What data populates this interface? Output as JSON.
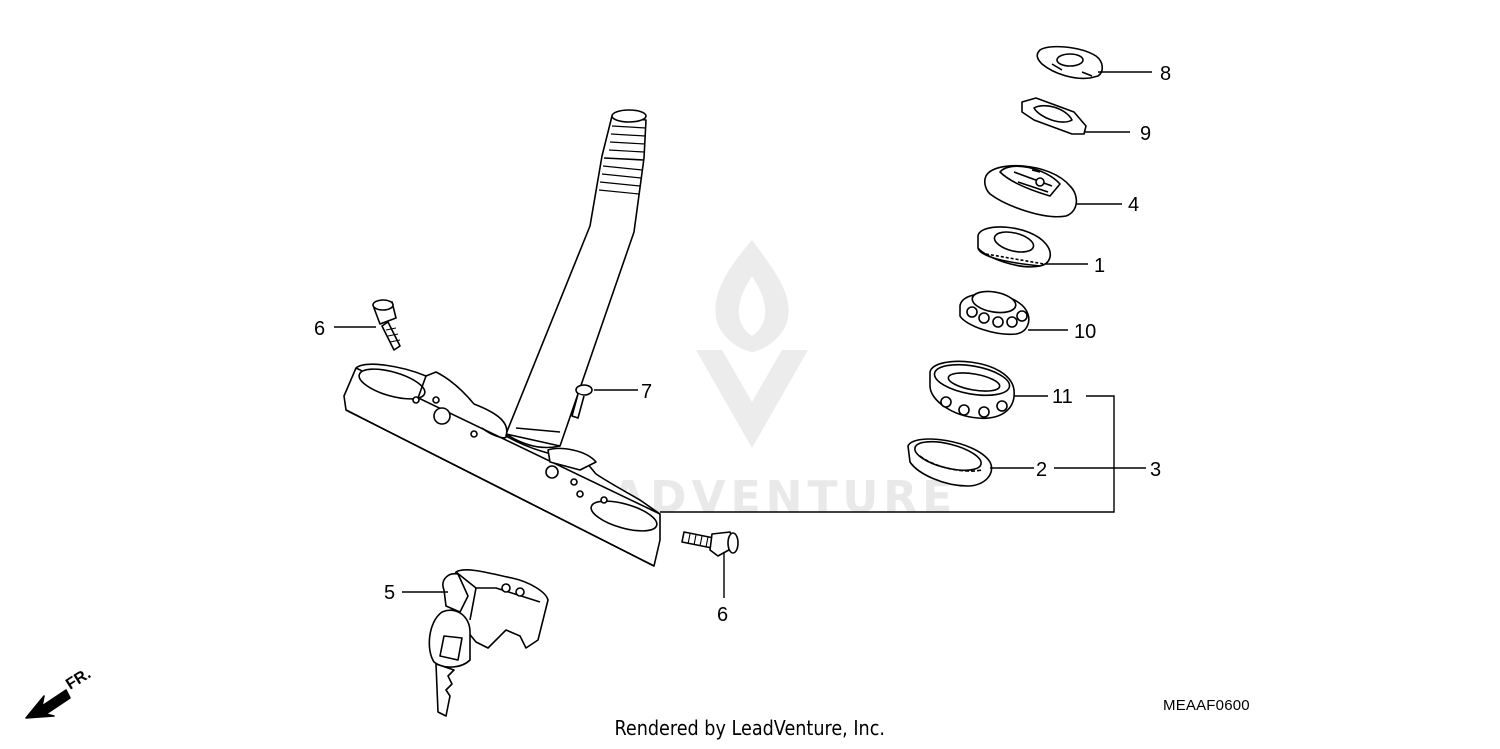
{
  "callouts": {
    "c1": "1",
    "c2": "2",
    "c3": "3",
    "c4": "4",
    "c5": "5",
    "c6_left": "6",
    "c6_right": "6",
    "c7": "7",
    "c8": "8",
    "c9": "9",
    "c10": "10",
    "c11": "11"
  },
  "direction_label": "FR.",
  "diagram_code": "MEAAF0600",
  "footer_text": "Rendered by LeadVenture, Inc.",
  "watermark_text": "LEADVENTURE",
  "colors": {
    "line": "#000000",
    "watermark": "#e9e9e9",
    "background": "#ffffff"
  }
}
